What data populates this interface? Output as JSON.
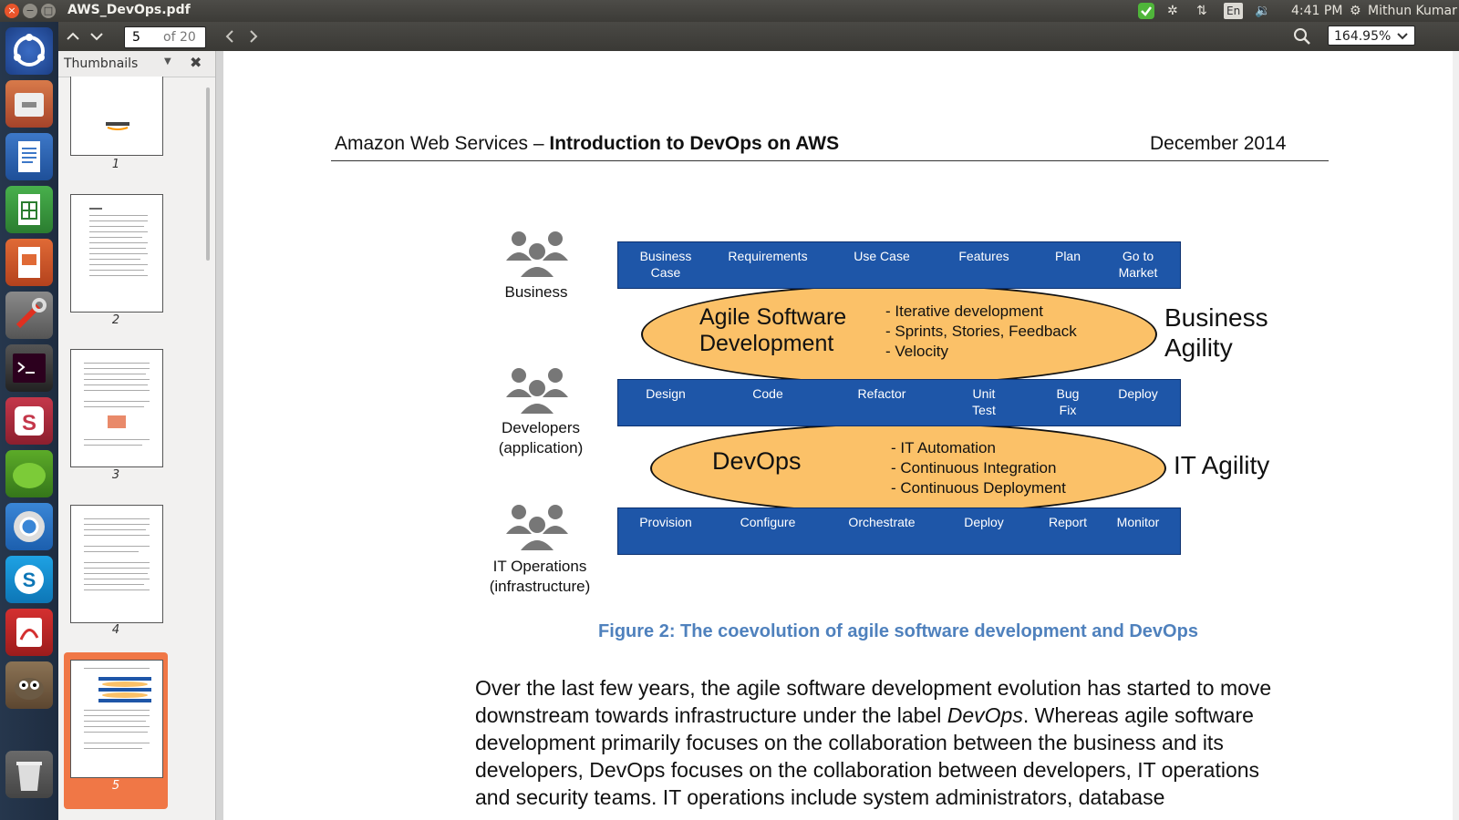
{
  "window": {
    "title": "AWS_DevOps.pdf",
    "close": "×",
    "minimize": "−",
    "maximize": "□"
  },
  "tray": {
    "language": "En",
    "time": "4:41 PM",
    "user": "Mithun Kumar"
  },
  "toolbar": {
    "current_page": "5",
    "page_of": "of 20",
    "zoom": "164.95%"
  },
  "sidebar": {
    "label": "Thumbnails",
    "thumbnails": [
      {
        "num": "1"
      },
      {
        "num": "2"
      },
      {
        "num": "3"
      },
      {
        "num": "4"
      },
      {
        "num": "5",
        "selected": true
      }
    ]
  },
  "document": {
    "header_left_prefix": "Amazon Web Services – ",
    "header_left_bold": "Introduction to DevOps on AWS",
    "header_date": "December 2014",
    "figure": {
      "roles": [
        {
          "line1": "Business",
          "line2": ""
        },
        {
          "line1": "Developers",
          "line2": "(application)"
        },
        {
          "line1": "IT Operations",
          "line2": "(infrastructure)"
        }
      ],
      "bars": [
        {
          "items": [
            [
              "Business",
              "Case"
            ],
            [
              "Requirements",
              ""
            ],
            [
              "Use Case",
              ""
            ],
            [
              "Features",
              ""
            ],
            [
              "Plan",
              ""
            ],
            [
              "Go to",
              "Market"
            ]
          ]
        },
        {
          "items": [
            [
              "Design",
              ""
            ],
            [
              "Code",
              ""
            ],
            [
              "Refactor",
              ""
            ],
            [
              "Unit",
              "Test"
            ],
            [
              "Bug",
              "Fix"
            ],
            [
              "Deploy",
              ""
            ]
          ]
        },
        {
          "items": [
            [
              "Provision",
              ""
            ],
            [
              "Configure",
              ""
            ],
            [
              "Orchestrate",
              ""
            ],
            [
              "Deploy",
              ""
            ],
            [
              "Report",
              ""
            ],
            [
              "Monitor",
              ""
            ]
          ]
        }
      ],
      "agile": {
        "title_line1": "Agile Software",
        "title_line2": "Development",
        "points": [
          "- Iterative development",
          "- Sprints, Stories, Feedback",
          "- Velocity"
        ]
      },
      "devops": {
        "title": "DevOps",
        "points": [
          "- IT Automation",
          "- Continuous Integration",
          "- Continuous Deployment"
        ]
      },
      "business_agility_line1": "Business",
      "business_agility_line2": "Agility",
      "it_agility": "IT Agility",
      "caption": "Figure 2: The coevolution of agile software development and DevOps"
    },
    "body_lines": [
      {
        "pre": "Over the last few years, the agile software development evolution has started to move",
        "em": "",
        "post": ""
      },
      {
        "pre": "downstream towards infrastructure under the label ",
        "em": "DevOps",
        "post": ". Whereas agile software"
      },
      {
        "pre": "development primarily focuses on the collaboration between the business and its",
        "em": "",
        "post": ""
      },
      {
        "pre": "developers, DevOps focuses on the collaboration between developers, IT operations",
        "em": "",
        "post": ""
      },
      {
        "pre": "and security teams. IT operations include system administrators, database",
        "em": "",
        "post": ""
      }
    ]
  },
  "colors": {
    "bar_blue": "#1e56a8",
    "ellipse_orange": "#fbc168",
    "caption_blue": "#4f81bd",
    "selected_thumb": "#f07746"
  }
}
